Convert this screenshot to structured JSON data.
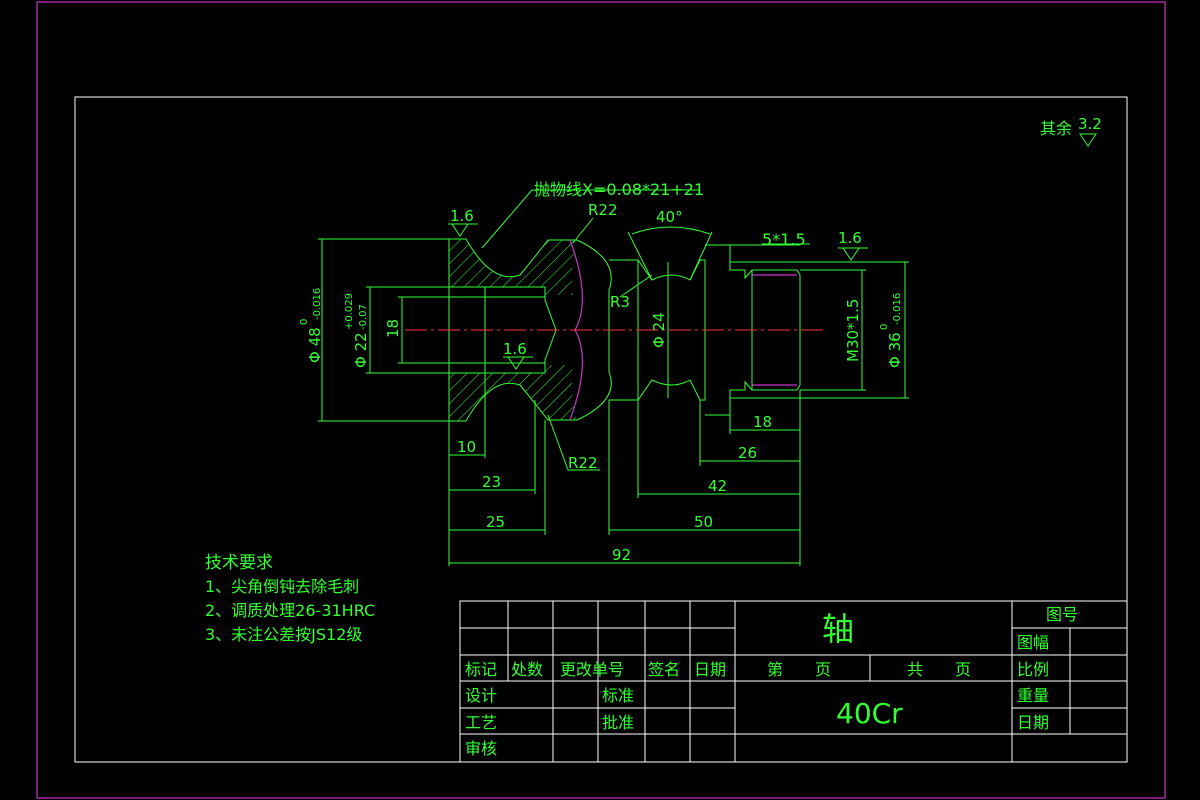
{
  "drawing": {
    "roughness_other": {
      "prefix": "其余",
      "value": "3.2"
    },
    "roughness_values": [
      "1.6",
      "1.6",
      "1.6"
    ],
    "parabola_note": "抛物线X=0.08*21+21",
    "radius_top": "R22",
    "radius_bottom": "R22",
    "radius_small": "R3",
    "angle": "40°",
    "groove": "5*1.5",
    "dia_48": {
      "main": "Φ 48",
      "upper": "0",
      "lower": "-0.016"
    },
    "dia_22": {
      "main": "Φ 22",
      "upper": "+0.029",
      "lower": "-0.07"
    },
    "dim_18_vertical": "18",
    "dia_24": "Φ 24",
    "thread": "M30*1.5",
    "dia_36": {
      "main": "Φ 36",
      "upper": "0",
      "lower": "-0.016"
    },
    "dims": {
      "d10": "10",
      "d23": "23",
      "d25": "25",
      "d92": "92",
      "d50": "50",
      "d42": "42",
      "d26": "26",
      "d18": "18"
    }
  },
  "tech_requirements": {
    "title": "技术要求",
    "items": [
      "1、尖角倒钝去除毛刺",
      "2、调质处理26-31HRC",
      "3、未注公差按JS12级"
    ]
  },
  "title_block": {
    "part_name": "轴",
    "material": "40Cr",
    "drawing_no_label": "图号",
    "format_label": "图幅",
    "scale_label": "比例",
    "weight_label": "重量",
    "date_label": "日期",
    "sheet_label": "第　　页",
    "total_label": "共　　页",
    "headers": [
      "标记",
      "处数",
      "更改单号",
      "签名",
      "日期"
    ],
    "design_label": "设计",
    "process_label": "工艺",
    "review_label": "审核",
    "standard_label": "标准",
    "approve_label": "批准"
  }
}
